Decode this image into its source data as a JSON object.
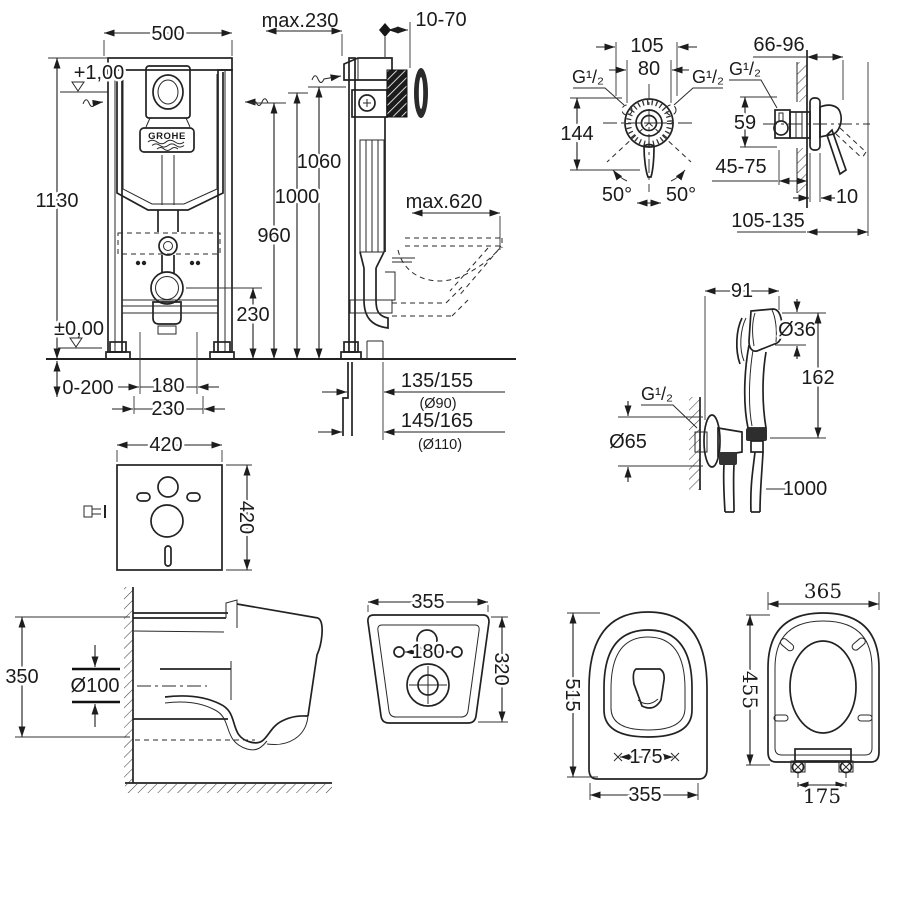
{
  "drawing": {
    "brand_logo": "GROHE",
    "frame": {
      "width": "500",
      "depth_max": "max.230",
      "wall_adjust": "10-70",
      "height": "1130",
      "level_top": "+1,00",
      "level_floor": "±0,00",
      "h_1060": "1060",
      "h_1000": "1000",
      "h_960": "960",
      "h_outlet": "230",
      "floor_adjust": "0-200",
      "pipe_span_180": "180",
      "pipe_span_230": "230"
    },
    "side_view": {
      "outlet_max": "max.620",
      "flush_offset": "135/155",
      "flush_dia": "(Ø90)",
      "soil_offset": "145/165",
      "soil_dia": "(Ø110)"
    },
    "sound_plate": {
      "width": "420",
      "height": "420"
    },
    "mixer_front": {
      "w_105": "105",
      "w_80": "80",
      "g_left": "G¹/₂",
      "g_right": "G¹/₂",
      "h_144": "144",
      "angle_left": "50°",
      "angle_right": "50°"
    },
    "mixer_side": {
      "range_66_96": "66-96",
      "g": "G¹/₂",
      "h_59": "59",
      "range_45_75": "45-75",
      "t_10": "10",
      "range_105_135": "105-135"
    },
    "shower": {
      "w_91": "91",
      "head_dia": "Ø36",
      "h_162": "162",
      "g": "G¹/₂",
      "flange_dia": "Ø65",
      "hose_len": "1000"
    },
    "wc_side": {
      "h_350": "350",
      "pipe_dia": "Ø100"
    },
    "wc_back": {
      "w_355": "355",
      "holes_180": "180",
      "h_320": "320"
    },
    "wc_top": {
      "h_515": "515",
      "fix_175": "175",
      "w_355": "355"
    },
    "seat": {
      "w_365": "365",
      "h_455": "455",
      "hinge_175": "175"
    }
  }
}
